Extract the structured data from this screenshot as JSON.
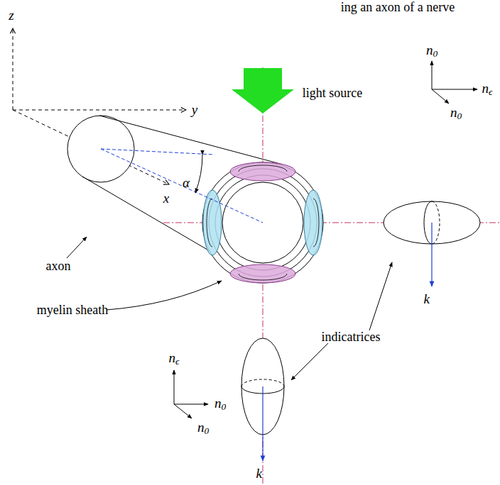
{
  "diagram": {
    "labels": [
      "ing an axon of a nerve",
      "z",
      "y",
      "x",
      "α",
      "light source",
      "axon",
      "myelin sheath",
      "indicatrices",
      "n0",
      "nϵ",
      "n0",
      "k⃗",
      "nϵ",
      "n0",
      "n0",
      "k⃗"
    ]
  }
}
